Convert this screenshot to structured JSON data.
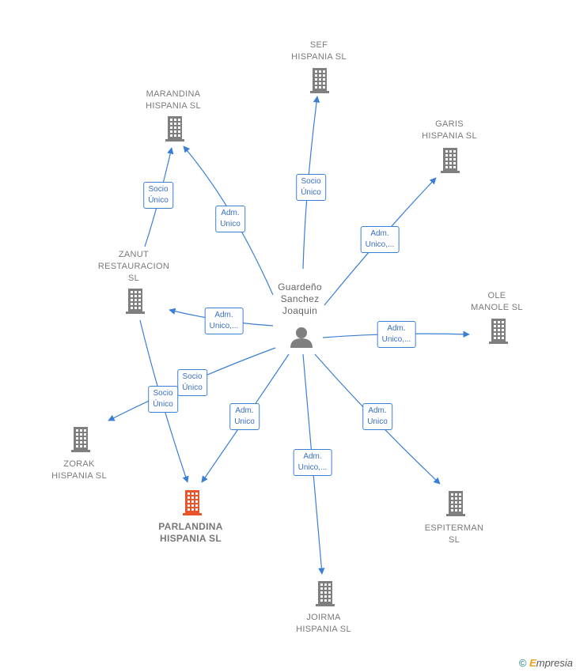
{
  "colors": {
    "edge": "#3a7fd5",
    "building": "#7f7f7f",
    "highlight": "#e8552a",
    "person": "#7f7f7f"
  },
  "person": {
    "label": "Guardeño\nSanchez\nJoaquin",
    "icon": "person-icon"
  },
  "companies": [
    {
      "id": "sef",
      "label": "SEF\nHISPANIA  SL",
      "main": false
    },
    {
      "id": "marandina",
      "label": "MARANDINA\nHISPANIA  SL",
      "main": false
    },
    {
      "id": "garis",
      "label": "GARIS\nHISPANIA SL",
      "main": false
    },
    {
      "id": "zanut",
      "label": "ZANUT\nRESTAURACION\nSL",
      "main": false
    },
    {
      "id": "ole",
      "label": "OLE\nMANOLE  SL",
      "main": false
    },
    {
      "id": "zorak",
      "label": "ZORAK\nHISPANIA  SL",
      "main": false
    },
    {
      "id": "parlandina",
      "label": "PARLANDINA\nHISPANIA  SL",
      "main": true
    },
    {
      "id": "espiterman",
      "label": "ESPITERMAN\nSL",
      "main": false
    },
    {
      "id": "joirma",
      "label": "JOIRMA\nHISPANIA  SL",
      "main": false
    }
  ],
  "edges": [
    {
      "from": "person",
      "to": "sef",
      "label": "Socio\nÚnico"
    },
    {
      "from": "person",
      "to": "marandina",
      "label": "Adm.\nUnico"
    },
    {
      "from": "zanut",
      "to": "marandina",
      "label": "Socio\nÚnico"
    },
    {
      "from": "person",
      "to": "garis",
      "label": "Adm.\nUnico,..."
    },
    {
      "from": "person",
      "to": "zanut",
      "label": "Adm.\nUnico,..."
    },
    {
      "from": "person",
      "to": "ole",
      "label": "Adm.\nUnico,..."
    },
    {
      "from": "person",
      "to": "zorak",
      "label": "Socio\nÚnico"
    },
    {
      "from": "zanut",
      "to": "parlandina",
      "label": "Socio\nÚnico"
    },
    {
      "from": "person",
      "to": "parlandina",
      "label": "Adm.\nUnico"
    },
    {
      "from": "person",
      "to": "joirma",
      "label": "Adm.\nUnico,..."
    },
    {
      "from": "person",
      "to": "espiterman",
      "label": "Adm.\nUnico"
    }
  ],
  "footer": {
    "copyright": "©",
    "brand_first": "E",
    "brand_rest": "mpresia"
  }
}
